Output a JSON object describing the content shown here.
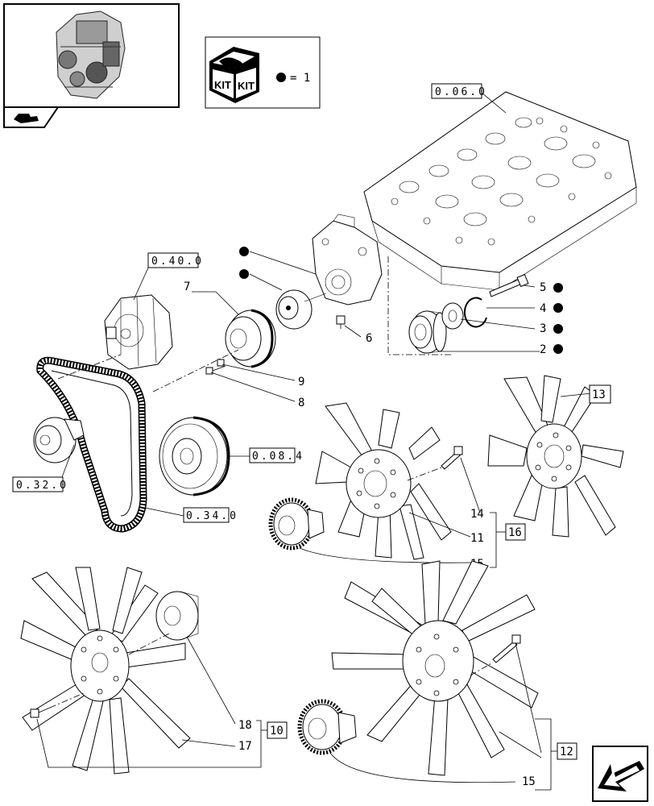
{
  "kit": {
    "label_left": "KIT",
    "label_right": "KIT",
    "legend_text": "= 1"
  },
  "refs": {
    "r0600": "0.06.0",
    "r0400": "0.40.0",
    "r0084": "0.08.4",
    "r0320": "0.32.0",
    "r0340": "0.34.0"
  },
  "callouts": {
    "n2": "2",
    "n3": "3",
    "n4": "4",
    "n5": "5",
    "n6": "6",
    "n7": "7",
    "n8": "8",
    "n9": "9",
    "n10": "10",
    "n11": "11",
    "n12": "12",
    "n13": "13",
    "n14": "14",
    "n15a": "15",
    "n15b": "15",
    "n16": "16",
    "n17": "17",
    "n18": "18"
  },
  "icons": {
    "thumbnail": "engine-thumbnail-image",
    "section": "section-tab-icon",
    "kit": "kit-box-icon",
    "next": "next-page-arrow-icon"
  }
}
